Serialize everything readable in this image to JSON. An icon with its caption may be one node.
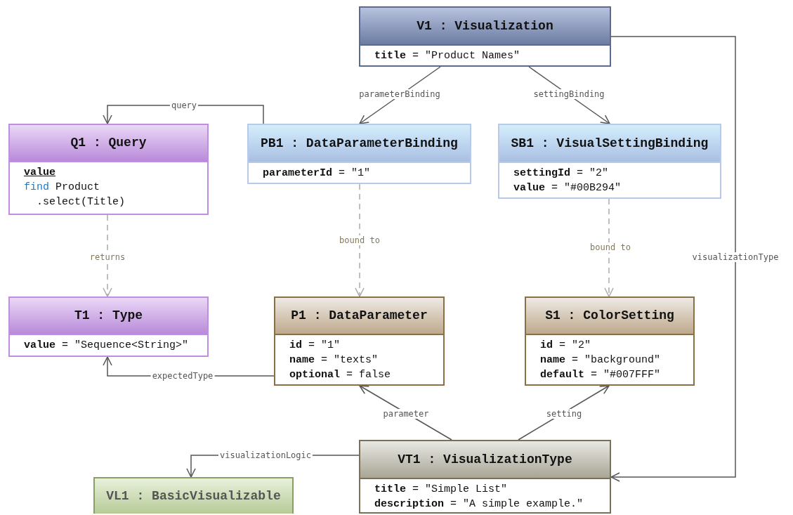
{
  "diagram": {
    "nodes": [
      {
        "text": [
          "V1 : Visualization",
          "**title** = \"Product Names\""
        ]
      },
      {
        "text": [
          "Q1 : Query",
          "value",
          "find Product",
          ".select(Title)"
        ]
      },
      {
        "text": [
          "PB1 : DataParameterBinding",
          "**parameterId** = \"1\""
        ]
      },
      {
        "text": [
          "SB1 : VisualSettingBinding",
          "**settingId** = \"2\"",
          "**value** = \"#00B294\""
        ]
      },
      {
        "text": [
          "T1 : Type",
          "**value** = \"Sequence<String>\""
        ]
      },
      {
        "text": [
          "P1 : DataParameter",
          "**id** = \"1\"",
          "**name** = \"texts\"",
          "**optional** = false"
        ]
      },
      {
        "text": [
          "S1 : ColorSetting",
          "**id** = \"2\"",
          "**name** = \"background\"",
          "**default** = \"#007FFF\""
        ]
      },
      {
        "text": [
          "VT1 : VisualizationType",
          "**title** = \"Simple List\"",
          "**description** = \"A simple example.\""
        ]
      },
      {
        "text": [
          "VL1 : BasicVisualizable"
        ]
      }
    ],
    "edges": [
      {
        "from": 0,
        "to": 2,
        "arrow": "to",
        "label": "parameterBinding"
      },
      {
        "from": 0,
        "to": 3,
        "arrow": "to",
        "label": "settingBinding"
      },
      {
        "from": 2,
        "to": 1,
        "arrow": "to",
        "label": "query"
      },
      {
        "from": 1,
        "to": 4,
        "arrow": "to",
        "label": "returns",
        "style": "dashed",
        "color": "#aaaaaa"
      },
      {
        "from": 2,
        "to": 5,
        "arrow": "to",
        "label": "bound to",
        "style": "dashed",
        "color": "#aaaaaa"
      },
      {
        "from": 3,
        "to": 6,
        "arrow": "to",
        "label": "bound to",
        "style": "dashed",
        "color": "#aaaaaa"
      },
      {
        "from": 5,
        "to": 4,
        "arrow": "to",
        "label": "expectedType"
      },
      {
        "from": 7,
        "to": 5,
        "arrow": "to",
        "label": "parameter"
      },
      {
        "from": 7,
        "to": 6,
        "arrow": "to",
        "label": "setting"
      },
      {
        "from": 0,
        "to": 7,
        "arrow": "to",
        "label": "visualizationType"
      },
      {
        "from": 7,
        "to": 8,
        "arrow": "to",
        "label": "visualizationLogic"
      }
    ]
  }
}
